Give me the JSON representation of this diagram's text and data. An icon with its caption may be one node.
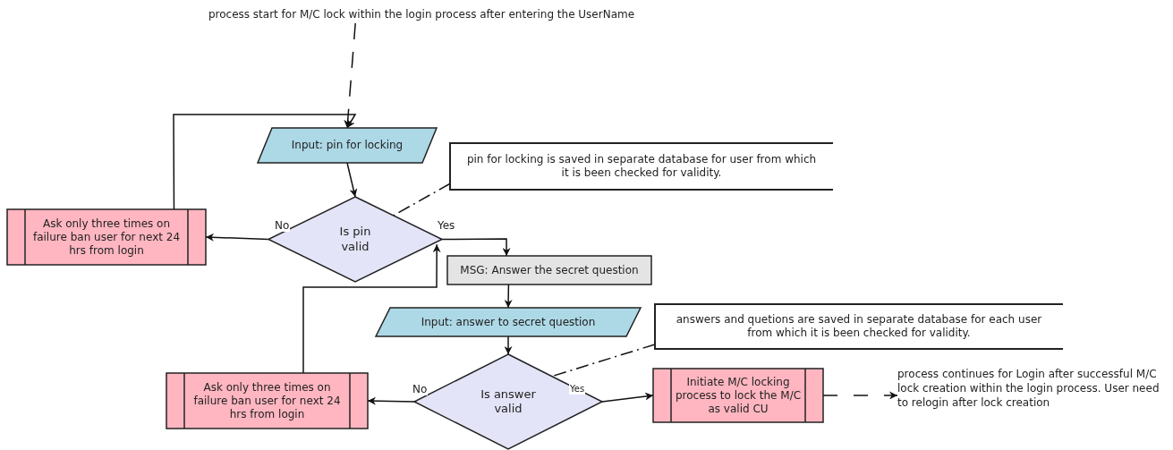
{
  "diagram": {
    "nodes": [
      {
        "text": [
          "process start for M/C lock within the login process after entering the UserName"
        ]
      },
      {
        "text": [
          "Input: pin for locking"
        ]
      },
      {
        "text": [
          "pin for locking is saved in separate database for user from which it is been checked for validity."
        ]
      },
      {
        "text": [
          "Is pin valid"
        ]
      },
      {
        "text": [
          "Ask only three times on failure ban user for next 24 hrs from login"
        ]
      },
      {
        "text": [
          "MSG: Answer the secret question"
        ]
      },
      {
        "text": [
          "Input: answer to secret question"
        ]
      },
      {
        "text": [
          "answers and quetions are saved in separate database for each user from which it is been checked for validity."
        ]
      },
      {
        "text": [
          "Is answer valid"
        ]
      },
      {
        "text": [
          "Ask only three times on failure ban user for next 24 hrs from login"
        ]
      },
      {
        "text": [
          "Initiate M/C locking process to lock the M/C as valid CU"
        ]
      },
      {
        "text": [
          "process continues for Login after successful M/C lock creation within the login process. User need to relogin after lock creation"
        ]
      }
    ],
    "edges": [
      {
        "from": 0,
        "to": 1,
        "arrow": "to",
        "style": "dashed"
      },
      {
        "from": 1,
        "to": 3,
        "arrow": "to"
      },
      {
        "from": 3,
        "to": 4,
        "arrow": "to",
        "label": "No"
      },
      {
        "from": 4,
        "to": 1,
        "arrow": "to"
      },
      {
        "from": 3,
        "to": 5,
        "arrow": "to",
        "label": "Yes"
      },
      {
        "from": 9,
        "to": 3,
        "arrow": "to"
      },
      {
        "from": 5,
        "to": 6,
        "arrow": "to"
      },
      {
        "from": 6,
        "to": 8,
        "arrow": "to"
      },
      {
        "from": 8,
        "to": 9,
        "arrow": "to",
        "label": "No"
      },
      {
        "from": 8,
        "to": 10,
        "arrow": "to",
        "label": "Yes"
      },
      {
        "from": 10,
        "to": 11,
        "arrow": "to",
        "style": "dashed"
      },
      {
        "from": 2,
        "to": 3,
        "arrow": "none",
        "style": "dashed"
      },
      {
        "from": 7,
        "to": 8,
        "arrow": "none",
        "style": "dashed"
      }
    ]
  }
}
